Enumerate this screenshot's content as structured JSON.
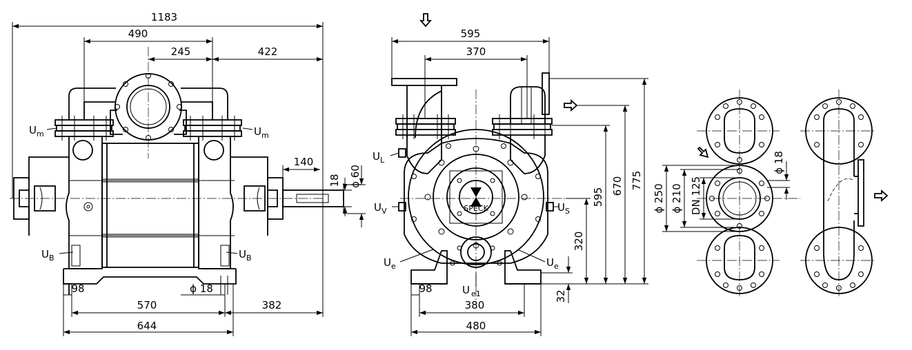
{
  "dimensions": {
    "front_overall_length": "1183",
    "front_flange_spacing": "490",
    "front_center_offset": "245",
    "front_right_offset": "422",
    "shaft_extension": "140",
    "shaft_diameter": "ϕ 60",
    "shaft_key": "18",
    "foot_edge_front": "98",
    "foot_hole_front": "ϕ 18",
    "foot_hole_spacing_front": "570",
    "foot_right_offset": "382",
    "base_length": "644",
    "side_overall_width": "595",
    "side_flange_spacing": "370",
    "foot_edge_side": "98",
    "foot_hole_spacing_side": "380",
    "base_width": "480",
    "shaft_height": "320",
    "foot_height": "32",
    "height_595": "595",
    "height_670": "670",
    "height_775": "775",
    "flange_outer_diameter": "ϕ 250",
    "flange_bolt_circle": "ϕ 210",
    "flange_nominal_size": "DN 125",
    "flange_bolt_hole": "ϕ 18"
  },
  "ports": {
    "um_main": "U",
    "um_sub": "m",
    "ub_main": "U",
    "ub_sub": "B",
    "ul_main": "U",
    "ul_sub": "L",
    "uv_main": "U",
    "uv_sub": "V",
    "us_main": "U",
    "us_sub": "S",
    "ue_main": "U",
    "ue_sub": "e",
    "ue1_main": "U",
    "ue1_sub": "e1"
  },
  "logo_text": "SPECK"
}
